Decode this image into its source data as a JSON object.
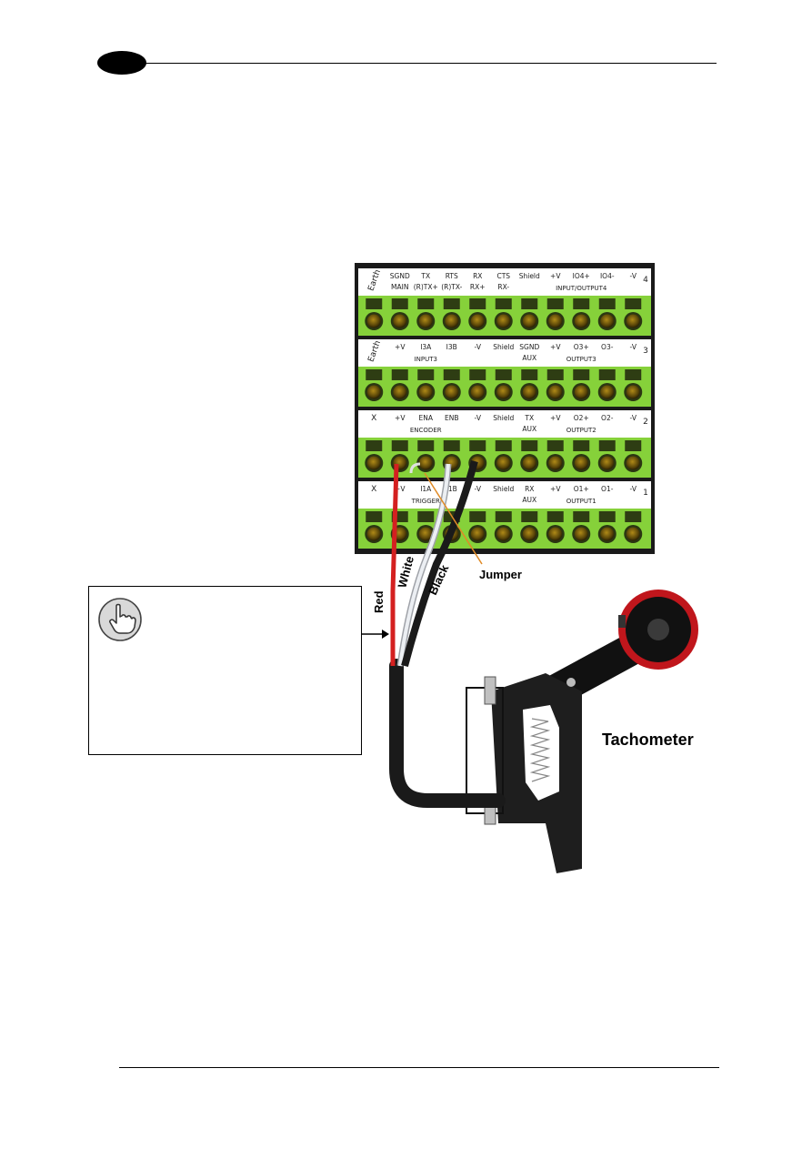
{
  "terminal_block": {
    "rows": [
      {
        "number": "4",
        "first": "Earth",
        "cells": [
          {
            "t1": "SGND",
            "t2": "MAIN"
          },
          {
            "t1": "TX",
            "t2": "(R)TX+"
          },
          {
            "t1": "RTS",
            "t2": "(R)TX-"
          },
          {
            "t1": "RX",
            "t2": "RX+"
          },
          {
            "t1": "CTS",
            "t2": "RX-"
          },
          {
            "t1": "Shield",
            "t2": ""
          },
          {
            "t1": "+V",
            "t2": ""
          },
          {
            "t1": "IO4+",
            "t2": ""
          },
          {
            "t1": "IO4-",
            "t2": ""
          },
          {
            "t1": "-V",
            "t2": ""
          }
        ],
        "group_labels": [
          "INPUT/OUTPUT4"
        ]
      },
      {
        "number": "3",
        "first": "Earth",
        "cells": [
          {
            "t1": "+V",
            "t2": ""
          },
          {
            "t1": "I3A",
            "t2": ""
          },
          {
            "t1": "I3B",
            "t2": ""
          },
          {
            "t1": "-V",
            "t2": ""
          },
          {
            "t1": "Shield",
            "t2": ""
          },
          {
            "t1": "SGND",
            "t2": "AUX"
          },
          {
            "t1": "+V",
            "t2": ""
          },
          {
            "t1": "O3+",
            "t2": ""
          },
          {
            "t1": "O3-",
            "t2": ""
          },
          {
            "t1": "-V",
            "t2": ""
          }
        ],
        "group_labels": [
          "INPUT3",
          "OUTPUT3"
        ]
      },
      {
        "number": "2",
        "first": "X",
        "cells": [
          {
            "t1": "+V",
            "t2": ""
          },
          {
            "t1": "ENA",
            "t2": ""
          },
          {
            "t1": "ENB",
            "t2": ""
          },
          {
            "t1": "-V",
            "t2": ""
          },
          {
            "t1": "Shield",
            "t2": ""
          },
          {
            "t1": "TX",
            "t2": "AUX"
          },
          {
            "t1": "+V",
            "t2": ""
          },
          {
            "t1": "O2+",
            "t2": ""
          },
          {
            "t1": "O2-",
            "t2": ""
          },
          {
            "t1": "-V",
            "t2": ""
          }
        ],
        "group_labels": [
          "ENCODER",
          "OUTPUT2"
        ]
      },
      {
        "number": "1",
        "first": "X",
        "cells": [
          {
            "t1": "+V",
            "t2": ""
          },
          {
            "t1": "I1A",
            "t2": ""
          },
          {
            "t1": "I1B",
            "t2": ""
          },
          {
            "t1": "-V",
            "t2": ""
          },
          {
            "t1": "Shield",
            "t2": ""
          },
          {
            "t1": "RX",
            "t2": "AUX"
          },
          {
            "t1": "+V",
            "t2": ""
          },
          {
            "t1": "O1+",
            "t2": ""
          },
          {
            "t1": "O1-",
            "t2": ""
          },
          {
            "t1": "-V",
            "t2": ""
          }
        ],
        "group_labels": [
          "TRIGGER",
          "OUTPUT1"
        ]
      }
    ]
  },
  "wires": {
    "red": "Red",
    "white": "White",
    "black": "Black"
  },
  "callouts": {
    "jumper": "Jumper",
    "tachometer": "Tachometer"
  },
  "colors": {
    "terminal_green": "#86d13a",
    "wire_red": "#d42020",
    "wheel_red": "#c0161c",
    "bracket_black": "#1a1a1a"
  }
}
